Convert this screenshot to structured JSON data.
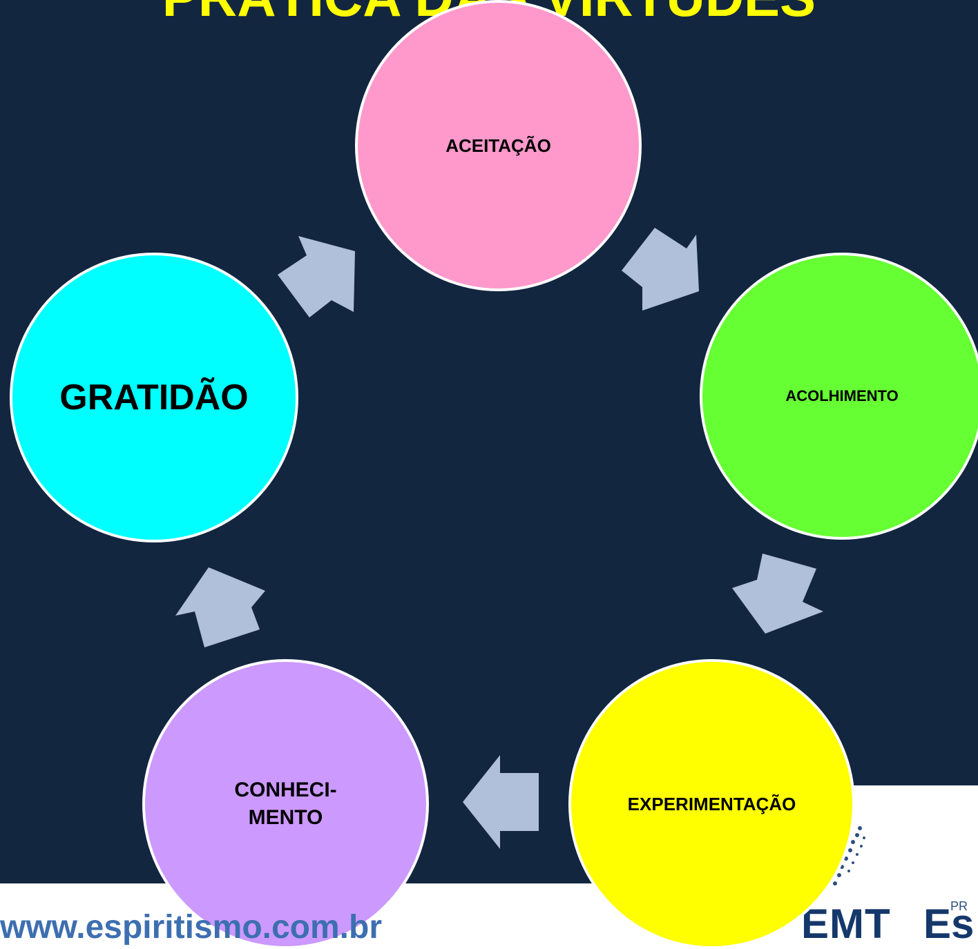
{
  "title": "PRÁTICA DAS VIRTUDES",
  "cycle": [
    {
      "label": "ACEITAÇÃO",
      "color": "#ff99cc"
    },
    {
      "label": "ACOLHIMENTO",
      "color": "#66ff33"
    },
    {
      "label": "EXPERIMENTAÇÃO",
      "color": "#ffff00"
    },
    {
      "label": "CONHECI-\nMENTO",
      "color": "#cc99ff"
    },
    {
      "label": "GRATIDÃO",
      "color": "#00ffff"
    }
  ],
  "arrow_color": "#b1c0da",
  "background_color": "#132640",
  "footer": {
    "url": "www.espiritismo.com.br"
  },
  "logo": {
    "text": "EMT",
    "text2": "Es",
    "small": "PR"
  }
}
